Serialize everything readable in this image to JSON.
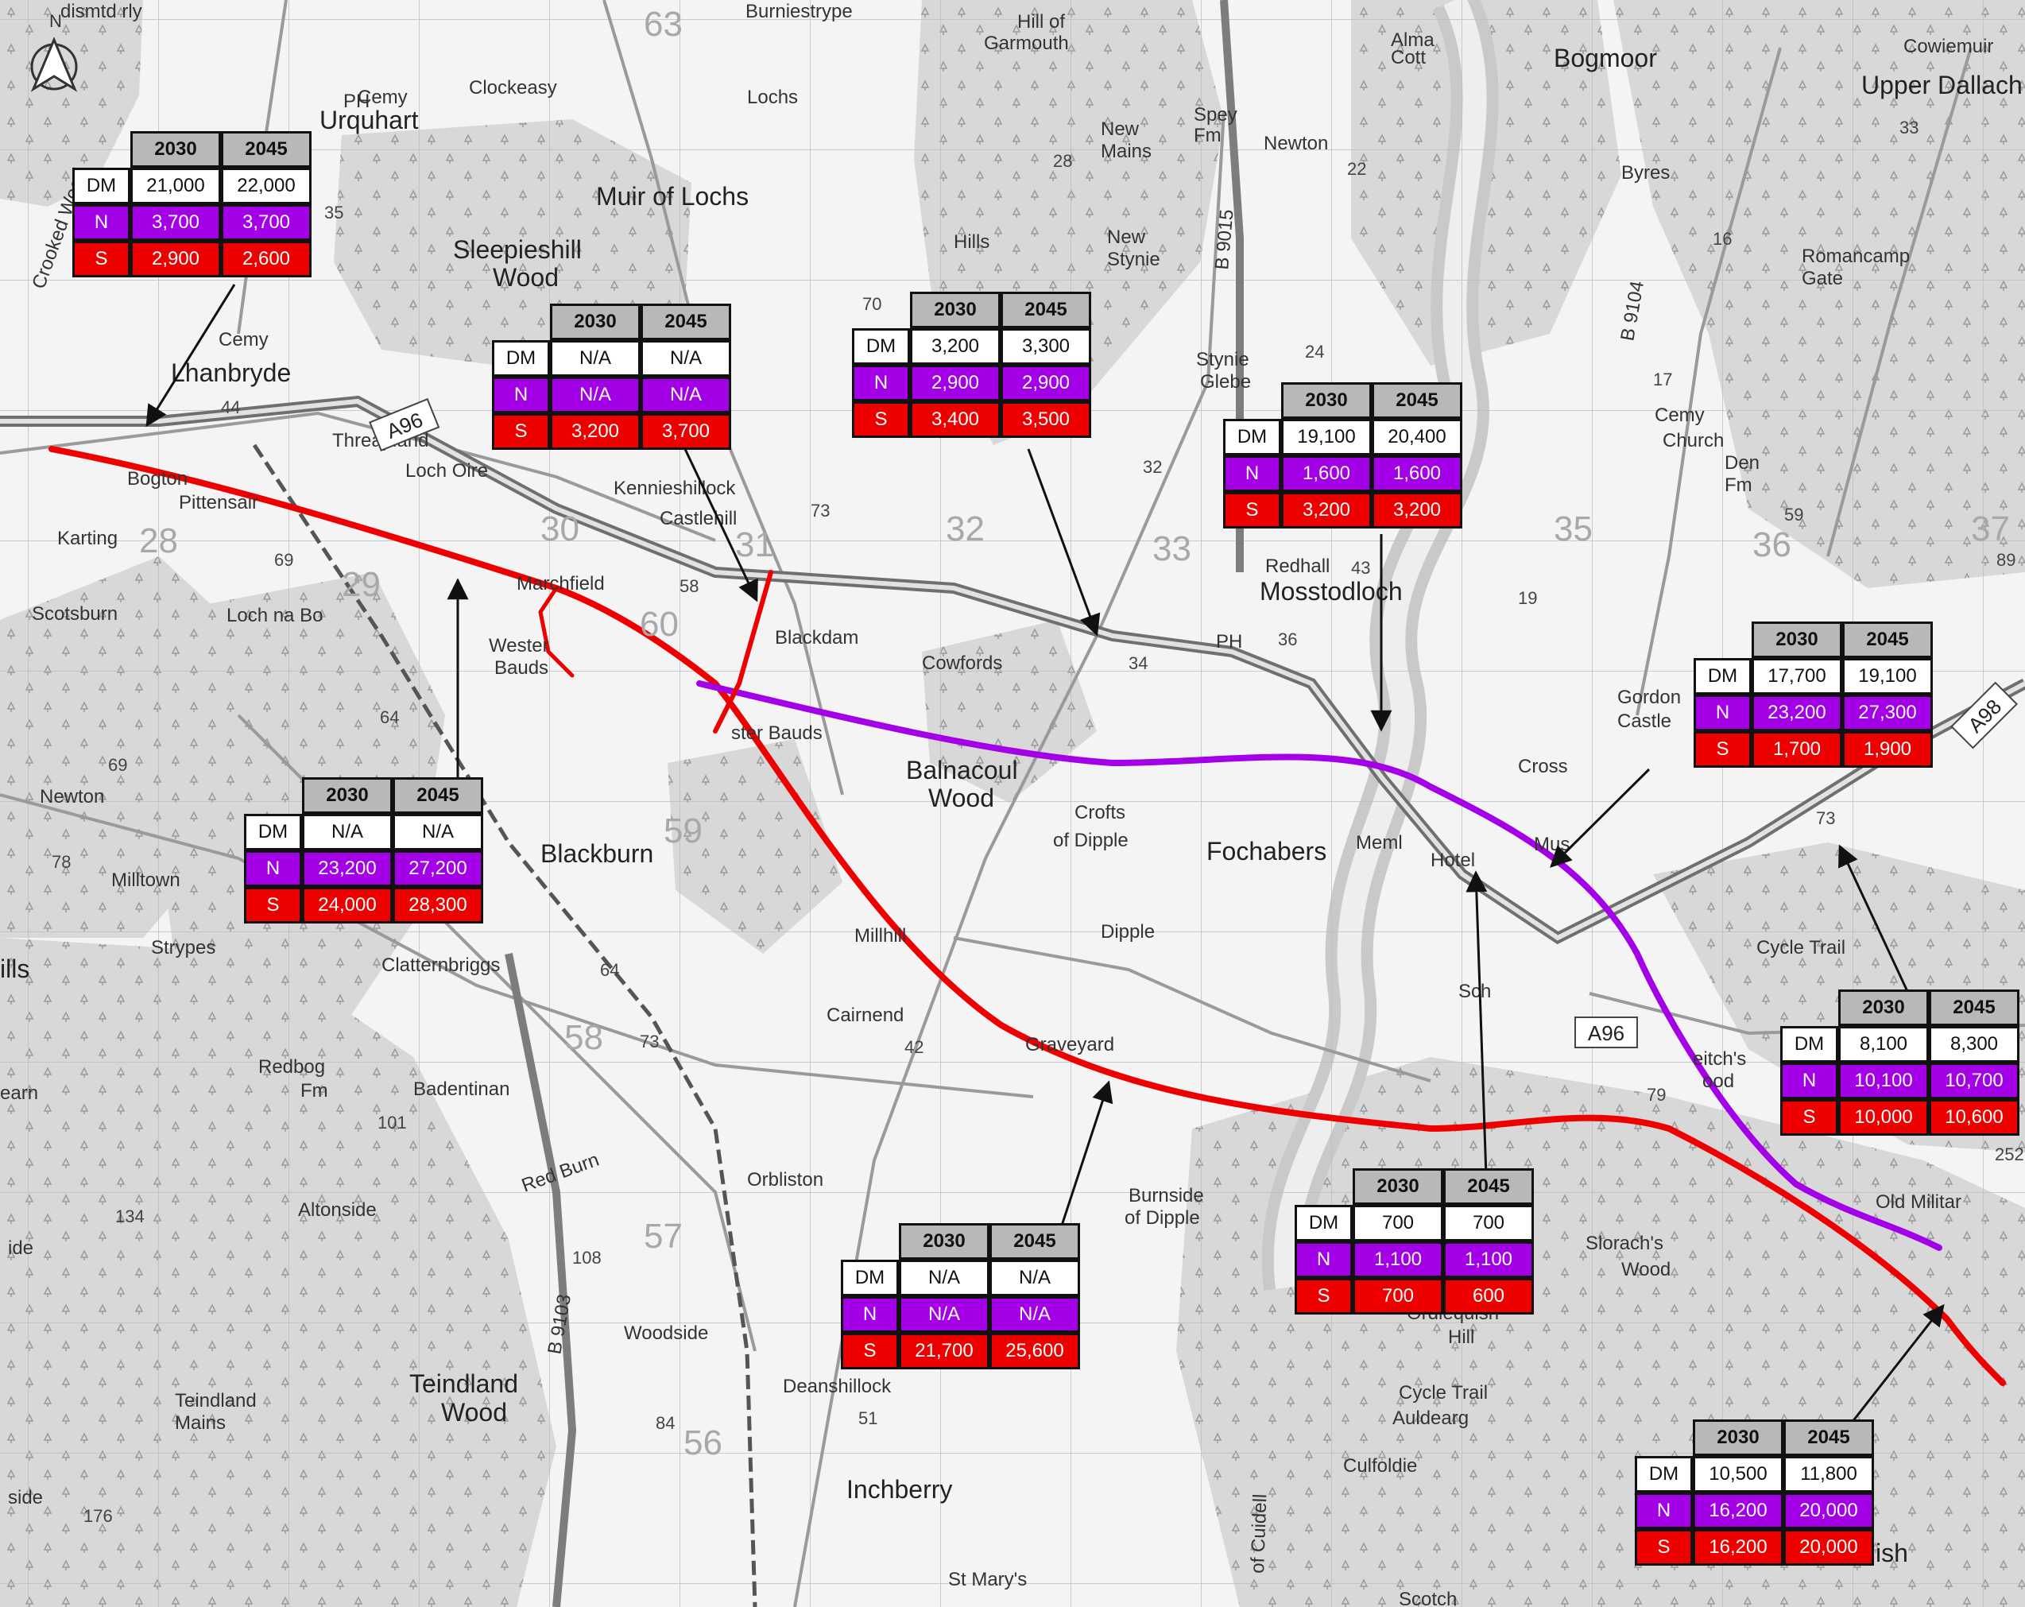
{
  "map": {
    "compass_label": "N",
    "places": {
      "dismtd_rly": "dismtd rly",
      "burniestrype": "Burniestrype",
      "hill_of_garmouth_1": "Hill of",
      "hill_of_garmouth_2": "Garmouth",
      "alma_cott_1": "Alma",
      "alma_cott_2": "Cott",
      "bogmoor": "Bogmoor",
      "cowiemuir": "Cowiemuir",
      "upper_dallachy": "Upper Dallach",
      "ph_1": "PH",
      "cemy_1": "Cemy",
      "urquhart": "Urquhart",
      "clockeasy": "Clockeasy",
      "lochs": "Lochs",
      "new_mains_1": "New",
      "new_mains_2": "Mains",
      "spey_fm_1": "Spey",
      "spey_fm_2": "Fm",
      "newton_1": "Newton",
      "byres": "Byres",
      "muir_of_lochs": "Muir of Lochs",
      "hills_1": "Hills",
      "new_stynie_1": "New",
      "new_stynie_2": "Stynie",
      "b9015": "B 9015",
      "romancamp_1": "Romancamp",
      "romancamp_2": "Gate",
      "crooked_wood": "Crooked Wood",
      "sleepieshill_1": "Sleepieshill",
      "sleepieshill_2": "Wood",
      "b9104": "B 9104",
      "cemy_2": "Cemy",
      "lhanbryde": "Lhanbryde",
      "stynie_glebe_1": "Stynie",
      "stynie_glebe_2": "Glebe",
      "cemy_3": "Cemy",
      "church": "Church",
      "den_fm_1": "Den",
      "den_fm_2": "Fm",
      "threapland": "Threapland",
      "loch_oire": "Loch Oire",
      "bogton": "Bogton",
      "pittensair": "Pittensair",
      "kennieshillock": "Kennieshillock",
      "castlehill": "Castlehill",
      "karting": "Karting",
      "redhall": "Redhall",
      "mosstodloch": "Mosstodloch",
      "marchfield": "Marchfield",
      "scotsburn": "Scotsburn",
      "loch_na_bo": "Loch na Bo",
      "blackdam": "Blackdam",
      "ph_2": "PH",
      "wester_bauds_1": "Wester",
      "wester_bauds_2": "Bauds",
      "cowfords": "Cowfords",
      "gordon_castle_1": "Gordon",
      "gordon_castle_2": "Castle",
      "wester_bauds_b": "ster Bauds",
      "balnacoul_1": "Balnacoul",
      "balnacoul_2": "Wood",
      "crofts_1": "Crofts",
      "crofts_2": "of Dipple",
      "fochabers": "Fochabers",
      "meml": "Meml",
      "hotel": "Hotel",
      "cross": "Cross",
      "mus": "Mus",
      "newton_2": "Newton",
      "blackburn": "Blackburn",
      "milltown": "Milltown",
      "millhill": "Millhill",
      "dipple": "Dipple",
      "strypes": "Strypes",
      "clatternbriggs": "Clatternbriggs",
      "cycle_trail_1": "Cycle Trail",
      "cairnend": "Cairnend",
      "sch": "Sch",
      "ills": "ills",
      "graveyard": "Graveyard",
      "leitchs_1": "eitch's",
      "leitchs_2": "ood",
      "redbog_1": "Redbog",
      "redbog_2": "Fm",
      "badentinan": "Badentinan",
      "earn": "earn",
      "red_burn": "Red Burn",
      "orbliston": "Orbliston",
      "burnside_1": "Burnside",
      "burnside_2": "of Dipple",
      "old_military": "Old Militar",
      "altonside": "Altonside",
      "sloracks_1": "Slorach's",
      "sloracks_2": "Wood",
      "ide": "ide",
      "ordiequish_1": "Ordiequish",
      "ordiequish_2": "Hill",
      "teindland_1": "Teindland",
      "teindland_2": "Wood",
      "woodside": "Woodside",
      "b9103": "B 9103",
      "teindland_mains_1": "Teindland",
      "teindland_mains_2": "Mains",
      "deanshillock": "Deanshillock",
      "cycle_trail_2": "Cycle Trail",
      "auldearg": "Auldearg",
      "culfoldie": "Culfoldie",
      "of_cuidell": "of Cuidell",
      "inchberry": "Inchberry",
      "side": "side",
      "st_marys": "St Mary's",
      "scotch": "Scotch",
      "ish": "ish"
    },
    "grid_numbers": [
      "28",
      "29",
      "30",
      "31",
      "32",
      "33",
      "35",
      "36",
      "37",
      "63",
      "60",
      "59",
      "58",
      "57",
      "56"
    ],
    "spot_heights": [
      "44",
      "35",
      "28",
      "22",
      "33",
      "16",
      "70",
      "24",
      "17",
      "32",
      "73",
      "58",
      "43",
      "36",
      "19",
      "59",
      "69",
      "89",
      "34",
      "64",
      "69",
      "78",
      "73",
      "64",
      "73",
      "42",
      "79",
      "252",
      "101",
      "134",
      "108",
      "84",
      "51",
      "176"
    ],
    "road_labels": {
      "a96_west": "A96",
      "a96_east": "A96",
      "a98": "A98"
    },
    "colors": {
      "route_north": "#a300e8",
      "route_south": "#ef0000",
      "woodland": "#d6d6d6",
      "road": "#8a8a8a"
    }
  },
  "flow_tables": [
    {
      "id": "t1",
      "header": [
        "2030",
        "2045"
      ],
      "rows": [
        {
          "label": "DM",
          "v2030": "21,000",
          "v2045": "22,000"
        },
        {
          "label": "N",
          "v2030": "3,700",
          "v2045": "3,700"
        },
        {
          "label": "S",
          "v2030": "2,900",
          "v2045": "2,600"
        }
      ]
    },
    {
      "id": "t2",
      "header": [
        "2030",
        "2045"
      ],
      "rows": [
        {
          "label": "DM",
          "v2030": "N/A",
          "v2045": "N/A"
        },
        {
          "label": "N",
          "v2030": "N/A",
          "v2045": "N/A"
        },
        {
          "label": "S",
          "v2030": "3,200",
          "v2045": "3,700"
        }
      ]
    },
    {
      "id": "t3",
      "header": [
        "2030",
        "2045"
      ],
      "rows": [
        {
          "label": "DM",
          "v2030": "3,200",
          "v2045": "3,300"
        },
        {
          "label": "N",
          "v2030": "2,900",
          "v2045": "2,900"
        },
        {
          "label": "S",
          "v2030": "3,400",
          "v2045": "3,500"
        }
      ]
    },
    {
      "id": "t4",
      "header": [
        "2030",
        "2045"
      ],
      "rows": [
        {
          "label": "DM",
          "v2030": "19,100",
          "v2045": "20,400"
        },
        {
          "label": "N",
          "v2030": "1,600",
          "v2045": "1,600"
        },
        {
          "label": "S",
          "v2030": "3,200",
          "v2045": "3,200"
        }
      ]
    },
    {
      "id": "t5",
      "header": [
        "2030",
        "2045"
      ],
      "rows": [
        {
          "label": "DM",
          "v2030": "17,700",
          "v2045": "19,100"
        },
        {
          "label": "N",
          "v2030": "23,200",
          "v2045": "27,300"
        },
        {
          "label": "S",
          "v2030": "1,700",
          "v2045": "1,900"
        }
      ]
    },
    {
      "id": "t6",
      "header": [
        "2030",
        "2045"
      ],
      "rows": [
        {
          "label": "DM",
          "v2030": "N/A",
          "v2045": "N/A"
        },
        {
          "label": "N",
          "v2030": "23,200",
          "v2045": "27,200"
        },
        {
          "label": "S",
          "v2030": "24,000",
          "v2045": "28,300"
        }
      ]
    },
    {
      "id": "t7",
      "header": [
        "2030",
        "2045"
      ],
      "rows": [
        {
          "label": "DM",
          "v2030": "8,100",
          "v2045": "8,300"
        },
        {
          "label": "N",
          "v2030": "10,100",
          "v2045": "10,700"
        },
        {
          "label": "S",
          "v2030": "10,000",
          "v2045": "10,600"
        }
      ]
    },
    {
      "id": "t8",
      "header": [
        "2030",
        "2045"
      ],
      "rows": [
        {
          "label": "DM",
          "v2030": "700",
          "v2045": "700"
        },
        {
          "label": "N",
          "v2030": "1,100",
          "v2045": "1,100"
        },
        {
          "label": "S",
          "v2030": "700",
          "v2045": "600"
        }
      ]
    },
    {
      "id": "t9",
      "header": [
        "2030",
        "2045"
      ],
      "rows": [
        {
          "label": "DM",
          "v2030": "N/A",
          "v2045": "N/A"
        },
        {
          "label": "N",
          "v2030": "N/A",
          "v2045": "N/A"
        },
        {
          "label": "S",
          "v2030": "21,700",
          "v2045": "25,600"
        }
      ]
    },
    {
      "id": "t10",
      "header": [
        "2030",
        "2045"
      ],
      "rows": [
        {
          "label": "DM",
          "v2030": "10,500",
          "v2045": "11,800"
        },
        {
          "label": "N",
          "v2030": "16,200",
          "v2045": "20,000"
        },
        {
          "label": "S",
          "v2030": "16,200",
          "v2045": "20,000"
        }
      ]
    }
  ]
}
